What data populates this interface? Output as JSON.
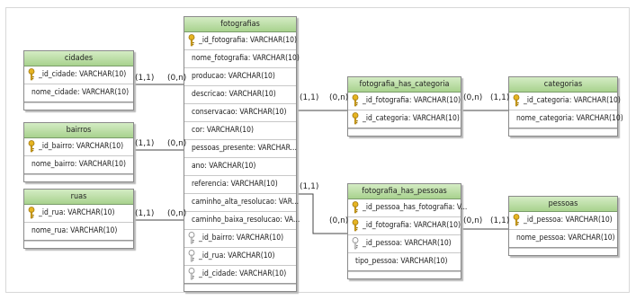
{
  "entities": {
    "cidades": {
      "title": "cidades",
      "fields": [
        {
          "name": "_id_cidade: VARCHAR(10)",
          "key": "pk"
        },
        {
          "name": "nome_cidade: VARCHAR(10)",
          "key": "none"
        }
      ]
    },
    "bairros": {
      "title": "bairros",
      "fields": [
        {
          "name": "_id_bairro: VARCHAR(10)",
          "key": "pk"
        },
        {
          "name": "nome_bairro: VARCHAR(10)",
          "key": "none"
        }
      ]
    },
    "ruas": {
      "title": "ruas",
      "fields": [
        {
          "name": "_id_rua: VARCHAR(10)",
          "key": "pk"
        },
        {
          "name": "nome_rua: VARCHAR(10)",
          "key": "none"
        }
      ]
    },
    "fotografias": {
      "title": "fotografias",
      "fields": [
        {
          "name": "_id_fotografia: VARCHAR(10)",
          "key": "pk"
        },
        {
          "name": "nome_fotografia: VARCHAR(10)",
          "key": "none"
        },
        {
          "name": "producao: VARCHAR(10)",
          "key": "none"
        },
        {
          "name": "descricao: VARCHAR(10)",
          "key": "none"
        },
        {
          "name": "conservacao: VARCHAR(10)",
          "key": "none"
        },
        {
          "name": "cor: VARCHAR(10)",
          "key": "none"
        },
        {
          "name": "pessoas_presente: VARCHAR...",
          "key": "none"
        },
        {
          "name": "ano: VARCHAR(10)",
          "key": "none"
        },
        {
          "name": "referencia: VARCHAR(10)",
          "key": "none"
        },
        {
          "name": "caminho_alta_resolucao: VAR...",
          "key": "none"
        },
        {
          "name": "caminho_baixa_resolucao: VA...",
          "key": "none"
        },
        {
          "name": "_id_bairro: VARCHAR(10)",
          "key": "fk"
        },
        {
          "name": "_id_rua: VARCHAR(10)",
          "key": "fk"
        },
        {
          "name": "_id_cidade: VARCHAR(10)",
          "key": "fk"
        }
      ]
    },
    "fotografia_has_categoria": {
      "title": "fotografia_has_categoria",
      "fields": [
        {
          "name": "_id_fotografia: VARCHAR(10)",
          "key": "pk"
        },
        {
          "name": "_id_categoria: VARCHAR(10)",
          "key": "pk"
        }
      ]
    },
    "categorias": {
      "title": "categorias",
      "fields": [
        {
          "name": "_id_categoria: VARCHAR(10)",
          "key": "pk"
        },
        {
          "name": "nome_categoria: VARCHAR(10)",
          "key": "none"
        }
      ]
    },
    "fotografia_has_pessoas": {
      "title": "fotografia_has_pessoas",
      "fields": [
        {
          "name": "_id_pessoa_has_fotografia: V...",
          "key": "pk"
        },
        {
          "name": "_id_fotografia: VARCHAR(10)",
          "key": "pk"
        },
        {
          "name": "_id_pessoa: VARCHAR(10)",
          "key": "fk"
        },
        {
          "name": "tipo_pessoa: VARCHAR(10)",
          "key": "none"
        }
      ]
    },
    "pessoas": {
      "title": "pessoas",
      "fields": [
        {
          "name": "_id_pessoa: VARCHAR(10)",
          "key": "pk"
        },
        {
          "name": "nome_pessoa: VARCHAR(10)",
          "key": "none"
        }
      ]
    }
  },
  "cardinalities": {
    "cidades_side": "(1,1)",
    "cidades_foto_side": "(0,n)",
    "bairros_side": "(1,1)",
    "bairros_foto_side": "(0,n)",
    "ruas_side": "(1,1)",
    "ruas_foto_side": "(0,n)",
    "foto_cat_foto_side": "(1,1)",
    "foto_cat_assoc_side": "(0,n)",
    "cat_assoc_side": "(0,n)",
    "cat_side": "(1,1)",
    "foto_pes_foto_side": "(1,1)",
    "foto_pes_assoc_side": "(0,n)",
    "pes_assoc_side": "(0,n)",
    "pes_side": "(1,1)"
  },
  "colors": {
    "header_top": "#d4ecc4",
    "header_bottom": "#a8d28e",
    "key_icon": "#e6b422",
    "fk_icon": "#9a9a9a",
    "line": "#444444"
  }
}
